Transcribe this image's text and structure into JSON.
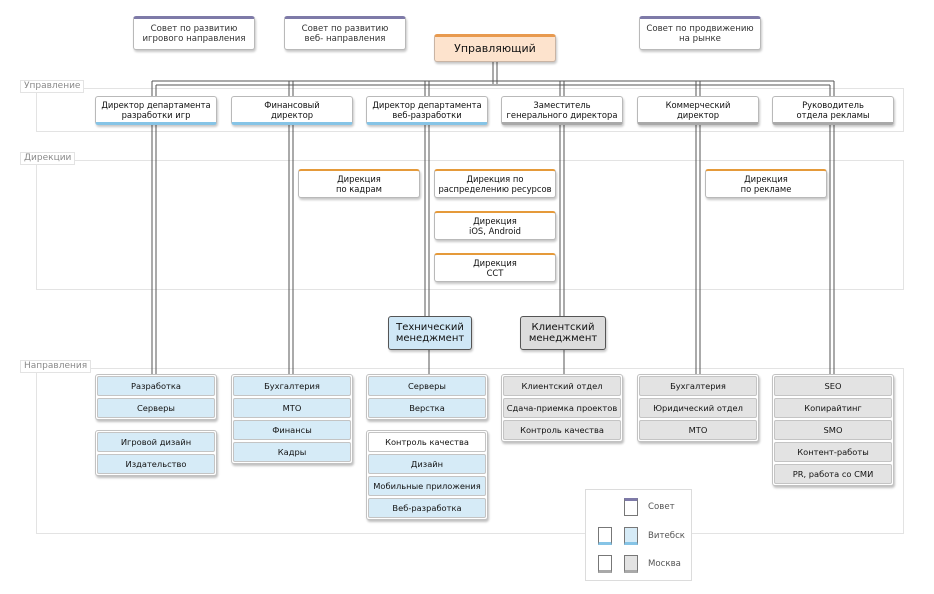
{
  "bands": {
    "management": "Управление",
    "directorates": "Дирекции",
    "directions": "Направления"
  },
  "ceo": "Управляющий",
  "councils": [
    {
      "id": "games",
      "label": "Совет по развитию\nигрового направления"
    },
    {
      "id": "web",
      "label": "Совет по развитию\nвеб- направления"
    },
    {
      "id": "market",
      "label": "Совет  по продвижению\nна рынке"
    }
  ],
  "managers": [
    {
      "id": "games-dir",
      "label": "Директор департамента\nразработки игр",
      "office": "vitebsk"
    },
    {
      "id": "cfo",
      "label": "Финансовый\nдиректор",
      "office": "vitebsk"
    },
    {
      "id": "web-dir",
      "label": "Директор департамента\nвеб-разработки",
      "office": "vitebsk"
    },
    {
      "id": "deputy",
      "label": "Заместитель\nгенерального директора",
      "office": "moscow"
    },
    {
      "id": "commercial",
      "label": "Коммерческий\nдиректор",
      "office": "moscow"
    },
    {
      "id": "ads-head",
      "label": "Руководитель\nотдела рекламы",
      "office": "moscow"
    }
  ],
  "directorates": [
    {
      "id": "hr",
      "label": "Дирекция\nпо кадрам"
    },
    {
      "id": "resources",
      "label": "Дирекция по\nраспределению ресурсов"
    },
    {
      "id": "ios",
      "label": "Дирекция\niOS, Android"
    },
    {
      "id": "cct",
      "label": "Дирекция\nССТ"
    },
    {
      "id": "ads",
      "label": "Дирекция\nпо рекламе"
    }
  ],
  "hubs": {
    "tech": "Технический\nменеджмент",
    "client": "Клиентский\nменеджмент"
  },
  "directions": {
    "games": [
      [
        "Разработка",
        "Серверы"
      ],
      [
        "Игровой дизайн",
        "Издательство"
      ]
    ],
    "finance": [
      [
        "Бухгалтерия",
        "МТО",
        "Финансы",
        "Кадры"
      ]
    ],
    "web": [
      [
        "Серверы",
        "Верстка"
      ],
      [
        "Контроль качества",
        "Дизайн",
        "Мобильные приложения",
        "Веб-разработка"
      ]
    ],
    "client": [
      [
        "Клиентский отдел",
        "Сдача-приемка проектов",
        "Контроль качества"
      ]
    ],
    "commercial": [
      [
        "Бухгалтерия",
        "Юридический отдел",
        "МТО"
      ]
    ],
    "ads": [
      [
        "SEO",
        "Копирайтинг",
        "SMO",
        "Контент-работы",
        "PR, работа со СМИ"
      ]
    ]
  },
  "legend": {
    "council": "Совет",
    "vitebsk": "Витебск",
    "moscow": "Москва"
  },
  "colors": {
    "vitebsk": "#d6ebf7",
    "moscow": "#e3e3e3",
    "council": "#7e7aa8",
    "directorate": "#e59a3a",
    "ceo": "#fde3cd"
  }
}
